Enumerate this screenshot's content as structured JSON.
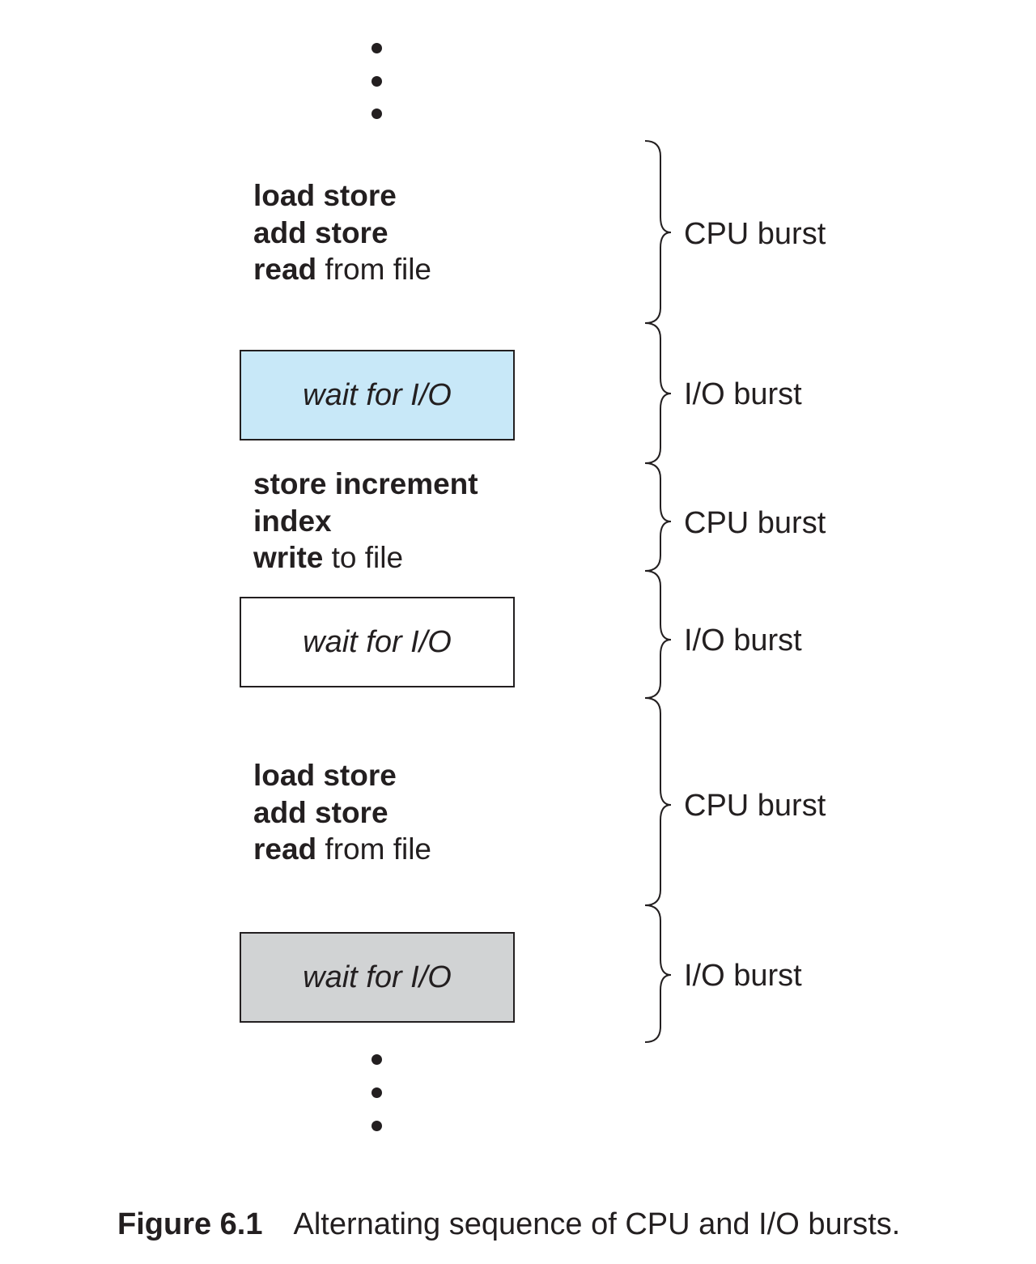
{
  "blocks": {
    "cpu1": {
      "line1": "load store",
      "line2": "add store",
      "line3_kw": "read",
      "line3_rest": " from file"
    },
    "io1": {
      "text": "wait for I/O",
      "fill": "#c8e8f8"
    },
    "cpu2": {
      "line1": "store increment",
      "line2": "index",
      "line3_kw": "write",
      "line3_rest": " to file"
    },
    "io2": {
      "text": "wait for I/O",
      "fill": "#ffffff"
    },
    "cpu3": {
      "line1": "load store",
      "line2": "add store",
      "line3_kw": "read",
      "line3_rest": " from file"
    },
    "io3": {
      "text": "wait for I/O",
      "fill": "#d1d3d4"
    }
  },
  "bursts": [
    "CPU burst",
    "I/O burst",
    "CPU burst",
    "I/O burst",
    "CPU burst",
    "I/O burst"
  ],
  "caption": {
    "number": "Figure 6.1",
    "text": "Alternating sequence of CPU and I/O bursts."
  }
}
